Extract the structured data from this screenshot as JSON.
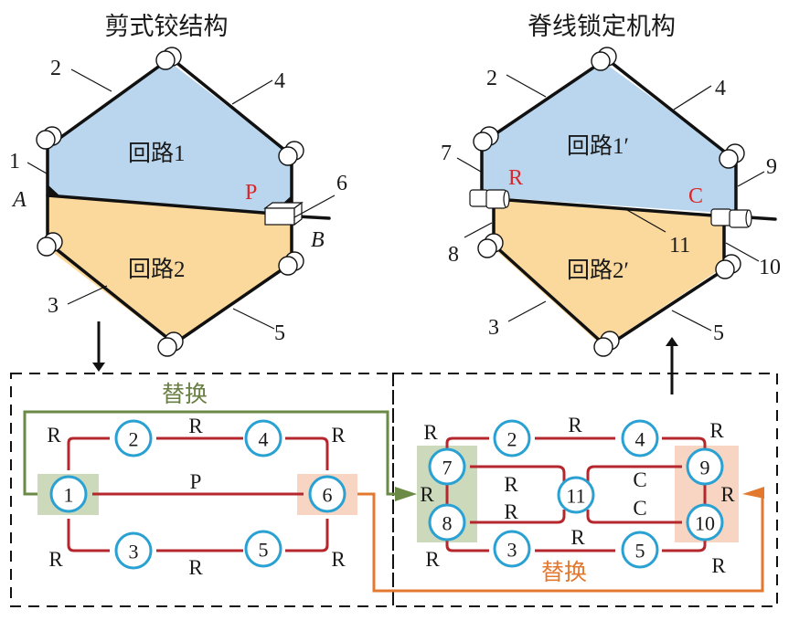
{
  "colors": {
    "loop1_fill": "#bad6ee",
    "loop2_fill": "#fbd99c",
    "graph_edge": "#b5272d",
    "node_ring": "#2aa1d3",
    "green_group": "#ccd9bb",
    "orange_group": "#f7d5c2",
    "green_arrow": "#6a8a45",
    "orange_arrow": "#e3782f",
    "joint_label_red": "#d7282a"
  },
  "left_mechanism": {
    "title": "剪式铰结构",
    "loop1": "回路1",
    "loop2": "回路2",
    "joint_label": "P",
    "point_A": "A",
    "point_B": "B",
    "links": [
      "1",
      "2",
      "3",
      "4",
      "5",
      "6"
    ]
  },
  "right_mechanism": {
    "title": "脊线锁定机构",
    "loop1": "回路1′",
    "loop2": "回路2′",
    "joint_label_left": "R",
    "joint_label_right": "C",
    "links": [
      "2",
      "3",
      "4",
      "5",
      "7",
      "8",
      "9",
      "10",
      "11"
    ]
  },
  "left_graph": {
    "nodes": [
      "1",
      "2",
      "3",
      "4",
      "5",
      "6"
    ],
    "edge_labels": {
      "n1_n2": "R",
      "n2_n4": "R",
      "n4_n6": "R",
      "n1_n6": "P",
      "n1_n3": "R",
      "n3_n5": "R",
      "n5_n6": "R"
    },
    "replace_label": "替换"
  },
  "right_graph": {
    "nodes": [
      "2",
      "3",
      "4",
      "5",
      "7",
      "8",
      "9",
      "10",
      "11"
    ],
    "edge_labels": {
      "n7_n2": "R",
      "n2_n4": "R",
      "n4_n9": "R",
      "n7_n8": "R",
      "n7_n11": "R",
      "n8_n11": "R",
      "n9_n11": "C",
      "n10_n11": "C",
      "n9_n10": "R",
      "n8_n3": "R",
      "n3_n5": "R",
      "n5_n10": "R"
    },
    "replace_label": "替换"
  }
}
